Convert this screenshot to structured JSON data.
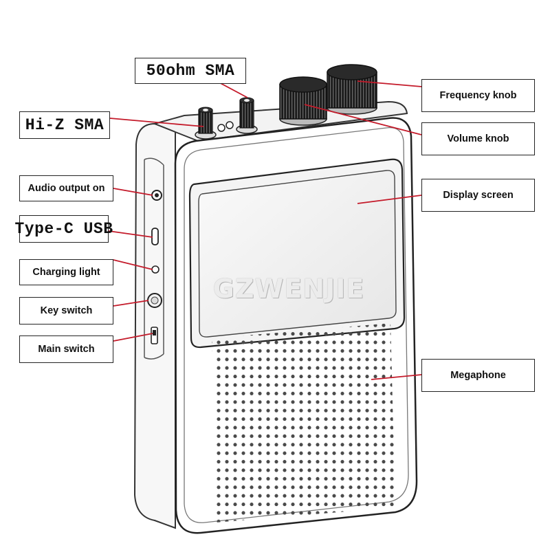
{
  "watermark": "GZWENJIE",
  "callouts": {
    "sma_50ohm": "50ohm SMA",
    "hiz_sma": "Hi-Z SMA",
    "frequency_knob": "Frequency knob",
    "volume_knob": "Volume knob",
    "display_screen": "Display screen",
    "audio_output": "Audio output on",
    "type_c_usb": "Type-C USB",
    "charging_light": "Charging light",
    "key_switch": "Key switch",
    "main_switch": "Main switch",
    "megaphone": "Megaphone"
  },
  "colors": {
    "leader_line": "#c41a2a",
    "outline": "#222222",
    "screen_fill": "#eeeeee"
  }
}
